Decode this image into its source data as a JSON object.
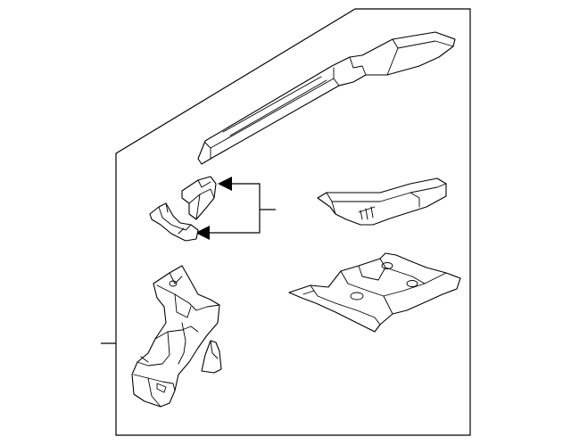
{
  "diagram": {
    "line_color": "#000000",
    "background": "#ffffff",
    "parts": [
      "floor-side-rail",
      "rail-bracket-upper",
      "rail-bracket-lower",
      "crossmember-reinforcement",
      "floor-pan",
      "rear-wheelhouse-panel",
      "gusset-plate"
    ]
  }
}
